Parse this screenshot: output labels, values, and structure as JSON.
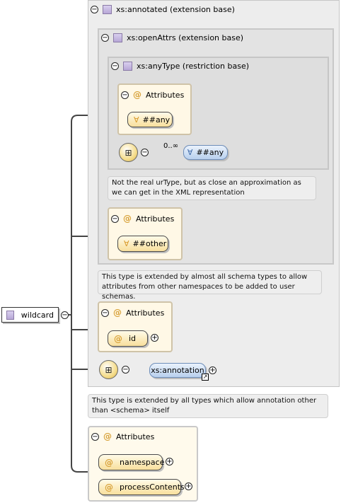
{
  "root": {
    "name": "wildcard"
  },
  "annotated": {
    "label": "xs:annotated (extension base)"
  },
  "openattrs": {
    "label": "xs:openAttrs (extension base)"
  },
  "anytype": {
    "label": "xs:anyType (restriction base)",
    "attributes_label": "Attributes",
    "any_attr": "##any",
    "occurs": "0..∞",
    "any_element": "##any",
    "note": "Not the real urType, but as close an approximation as we can get in the XML representation"
  },
  "openattrs_attributes": {
    "label": "Attributes",
    "other": "##other"
  },
  "openattrs_note": "This type is extended by almost all schema types to allow attributes from other namespaces to be added to user schemas.",
  "annotated_attributes": {
    "label": "Attributes",
    "id": "id"
  },
  "annotation": {
    "label": "xs:annotation"
  },
  "annotated_note": "This type is extended by all types which allow annotation other than <schema> itself",
  "wildcard_attributes": {
    "label": "Attributes",
    "items": [
      "namespace",
      "processContents"
    ]
  },
  "icons": {
    "wildcard_symbol": "∀",
    "attribute_symbol": "@",
    "collapse_symbol": "⊖",
    "expand_symbol": "+",
    "sequence_symbol": "sequence-icon"
  },
  "colors": {
    "attribute_fill": "#f8df9c",
    "element_fill": "#b8d0ee",
    "type_icon": "#b7a7d7",
    "panel": "#ededed"
  }
}
